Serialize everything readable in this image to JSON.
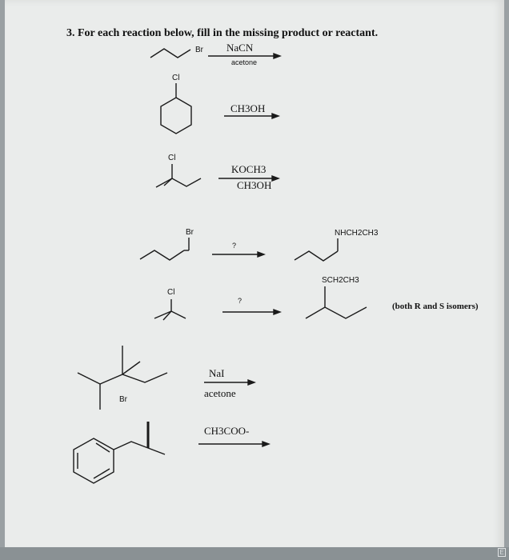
{
  "question": {
    "number": "3.",
    "prompt": "For each reaction below, fill in the missing product or reactant."
  },
  "reactions": [
    {
      "reagent_top": "NaCN",
      "reagent_bottom": "acetone",
      "atom": "Br"
    },
    {
      "reagent_top": "CH3OH",
      "atom": "Cl"
    },
    {
      "reagent_top": "KOCH3",
      "reagent_bottom": "CH3OH",
      "atom": "Cl"
    },
    {
      "reagent_top": "?",
      "atom": "Br",
      "product_group": "NHCH2CH3"
    },
    {
      "reagent_top": "?",
      "atom": "Cl",
      "product_group": "SCH2CH3",
      "note": "(both R and S isomers)"
    },
    {
      "reagent_top": "NaI",
      "reagent_bottom": "acetone",
      "atom": "Br"
    },
    {
      "reagent_top": "CH3COO-"
    }
  ],
  "icons": {
    "corner": "window-corner-icon"
  }
}
